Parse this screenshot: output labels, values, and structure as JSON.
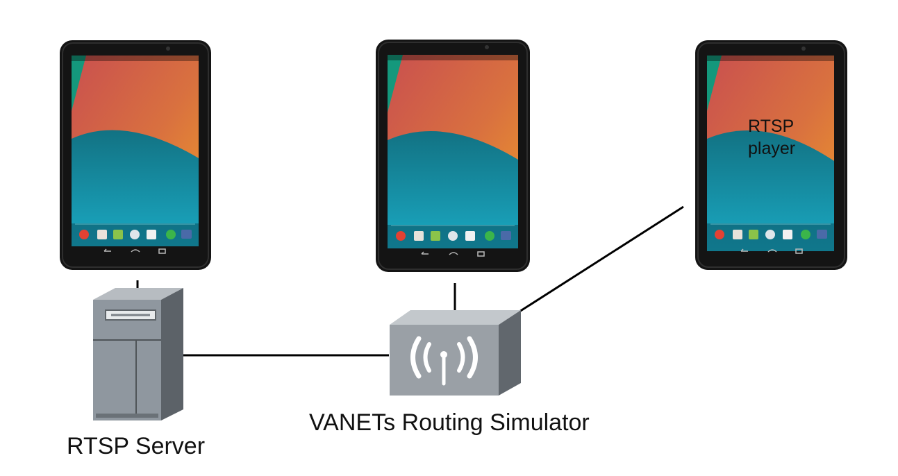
{
  "labels": {
    "server": "RTSP Server",
    "router": "VANETs Routing Simulator",
    "player_line1": "RTSP",
    "player_line2": "player"
  },
  "colors": {
    "bezel": "#151515",
    "screen_red": "#c8584f",
    "screen_orange": "#e9902f",
    "screen_teal": "#127f8a",
    "screen_teal_light": "#1aa2b8",
    "screen_green": "#16987a",
    "server_front": "#8f979f",
    "server_side": "#5c6268",
    "server_top": "#b9bec3",
    "router_front": "#9aa0a6",
    "router_side": "#61676d",
    "router_top": "#c3c8cc",
    "line": "#000000"
  },
  "icons": [
    "chrome-icon",
    "youtube-icon",
    "maps-icon",
    "apps-icon",
    "gmail-icon",
    "hangouts-icon",
    "play-store-icon"
  ]
}
